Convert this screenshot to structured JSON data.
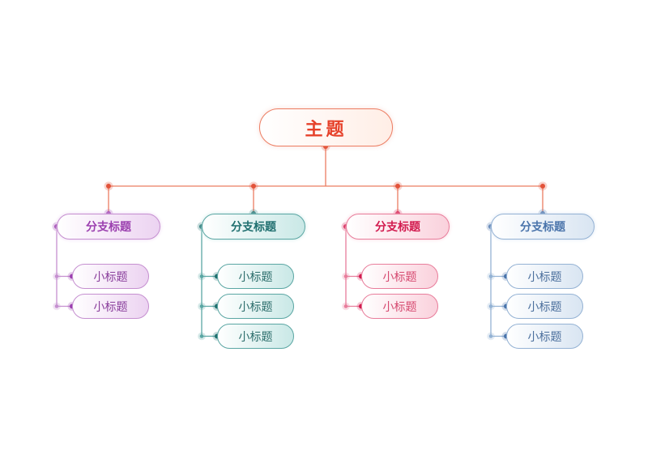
{
  "root": {
    "label": "主题",
    "color": "#e6412a",
    "accent": "#ec7d62"
  },
  "branches": [
    {
      "label": "分支标题",
      "color": "#9b3faf",
      "border": "#c58fd0",
      "fill": "#ecd3f1",
      "sub_text": "#8a3f9c",
      "subtopics": [
        "小标题",
        "小标题"
      ]
    },
    {
      "label": "分支标题",
      "color": "#1f6f6f",
      "border": "#5aa6a3",
      "fill": "#c9e8e6",
      "sub_text": "#2b6d6b",
      "subtopics": [
        "小标题",
        "小标题",
        "小标题"
      ]
    },
    {
      "label": "分支标题",
      "color": "#d21a4e",
      "border": "#e87d9b",
      "fill": "#fad1dc",
      "sub_text": "#d64a70",
      "subtopics": [
        "小标题",
        "小标题"
      ]
    },
    {
      "label": "分支标题",
      "color": "#4a74ab",
      "border": "#94b2d4",
      "fill": "#d9e5f2",
      "sub_text": "#4b6f9d",
      "subtopics": [
        "小标题",
        "小标题",
        "小标题"
      ]
    }
  ]
}
